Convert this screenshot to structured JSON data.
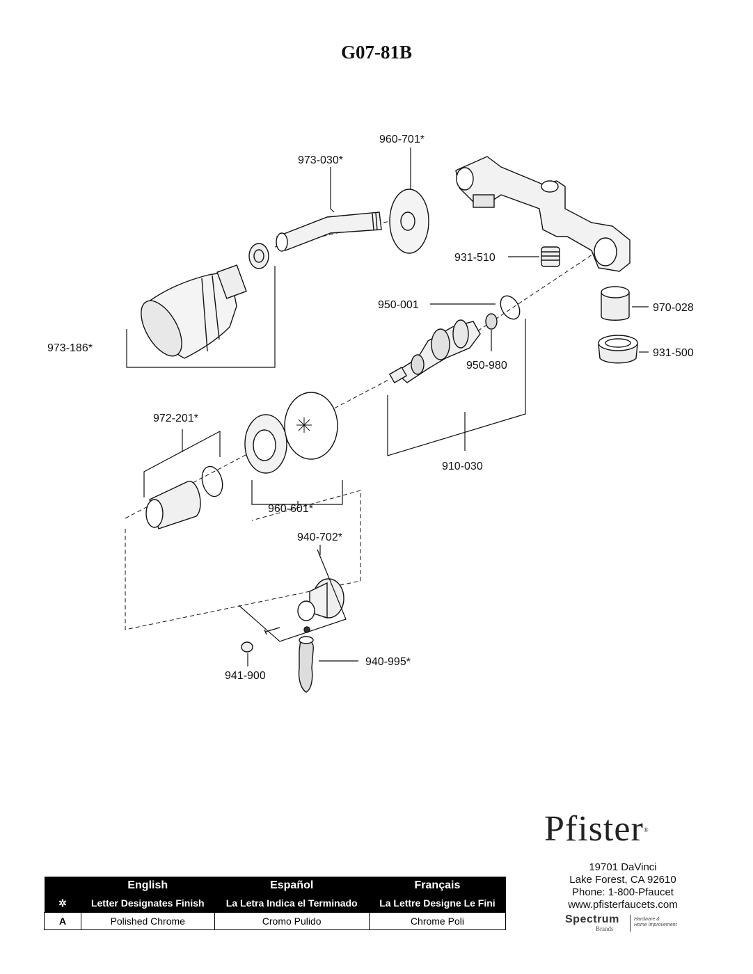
{
  "header": {
    "model": "G07-81B"
  },
  "parts": [
    {
      "id": "p1",
      "label": "960-701*"
    },
    {
      "id": "p2",
      "label": "973-030*"
    },
    {
      "id": "p3",
      "label": "931-510"
    },
    {
      "id": "p4",
      "label": "950-001"
    },
    {
      "id": "p5",
      "label": "970-028"
    },
    {
      "id": "p6",
      "label": "973-186*"
    },
    {
      "id": "p7",
      "label": "950-980"
    },
    {
      "id": "p8",
      "label": "931-500"
    },
    {
      "id": "p9",
      "label": "972-201*"
    },
    {
      "id": "p10",
      "label": "910-030"
    },
    {
      "id": "p11",
      "label": "960-601*"
    },
    {
      "id": "p12",
      "label": "940-702*"
    },
    {
      "id": "p13",
      "label": "940-995*"
    },
    {
      "id": "p14",
      "label": "941-900"
    }
  ],
  "brand": {
    "name": "Pfister",
    "registered": "®",
    "address_line1": "19701 DaVinci",
    "address_line2": "Lake Forest, CA 92610",
    "phone": "Phone: 1-800-Pfaucet",
    "website": "www.pfisterfaucets.com",
    "parent_name": "Spectrum",
    "parent_sub": "Brands",
    "parent_tag1": "Hardware &",
    "parent_tag2": "Home Improvement"
  },
  "legend": {
    "languages": [
      "English",
      "Español",
      "Français"
    ],
    "symbol": "✲",
    "descriptions": [
      "Letter Designates Finish",
      "La Letra Indica el Terminado",
      "La Lettre Designe Le Fini"
    ],
    "rows": [
      {
        "letter": "A",
        "values": [
          "Polished Chrome",
          "Cromo Pulido",
          "Chrome Poli"
        ]
      }
    ]
  }
}
